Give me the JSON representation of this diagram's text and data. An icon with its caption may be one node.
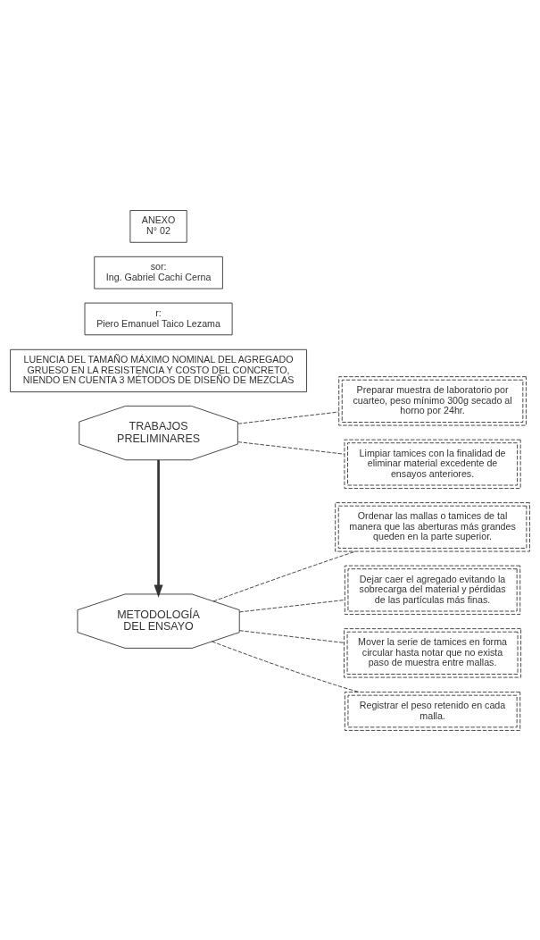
{
  "diagram": {
    "nodes": [
      {
        "text": [
          "TRABAJOS PRELIMINARES"
        ]
      },
      {
        "text": [
          "Preparar muestra de laboratorio por cuarteo, peso mínimo 300g secado al horno por 24hr."
        ]
      },
      {
        "text": [
          "Limpiar tamices con la finalidad de eliminar material excedente de ensayos anteriores."
        ]
      },
      {
        "text": [
          "METODOLOGÍA DEL ENSAYO"
        ]
      },
      {
        "text": [
          "Ordenar las mallas o tamices de tal manera que las aberturas más grandes queden en la parte superior."
        ]
      },
      {
        "text": [
          "Dejar caer el agregado evitando la sobrecarga del material y pérdidas de las partículas más finas."
        ]
      },
      {
        "text": [
          "Mover la serie de tamices en forma circular hasta notar que no exista paso de muestra entre mallas."
        ]
      },
      {
        "text": [
          "Registrar el peso retenido en cada malla."
        ]
      },
      {
        "text": [
          "LUENCIA DEL TAMAÑO MÁXIMO NOMINAL DEL AGREGADO GRUESO EN LA RESISTENCIA Y COSTO DEL CONCRETO, NIENDO EN CUENTA 3 MÉTODOS DE DISEÑO DE MEZCLAS"
        ]
      },
      {
        "text": [
          "r:",
          "Piero Emanuel Taico Lezama"
        ]
      },
      {
        "text": [
          "sor:",
          "Ing. Gabriel Cachi Cerna"
        ]
      },
      {
        "text": [
          "ANEXO N° 02"
        ]
      }
    ],
    "edges": [
      {
        "from": 0,
        "to": 1,
        "arrow": "none",
        "style": "dashed"
      },
      {
        "from": 0,
        "to": 2,
        "arrow": "none",
        "style": "dashed"
      },
      {
        "from": 0,
        "to": 3,
        "arrow": "to",
        "style": "thick"
      },
      {
        "from": 3,
        "to": 4,
        "arrow": "none",
        "style": "dashed"
      },
      {
        "from": 3,
        "to": 5,
        "arrow": "none",
        "style": "dashed"
      },
      {
        "from": 3,
        "to": 6,
        "arrow": "none",
        "style": "dashed"
      },
      {
        "from": 3,
        "to": 7,
        "arrow": "none",
        "style": "dashed"
      }
    ]
  }
}
